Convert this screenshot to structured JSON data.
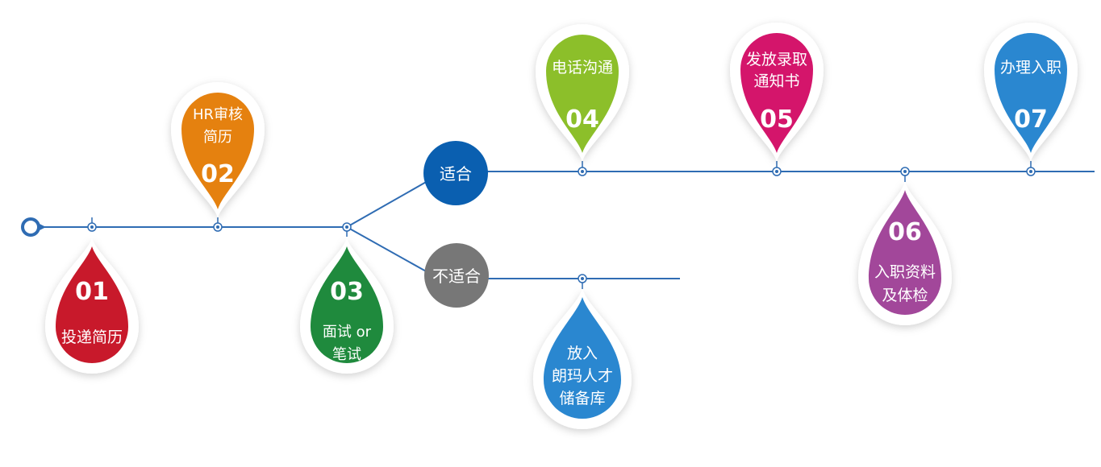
{
  "colors": {
    "line": "#2f6cb3",
    "red": "#c8192b",
    "orange": "#e5810f",
    "green": "#1f8a3d",
    "lime": "#8cbf2a",
    "magenta": "#d4156b",
    "purple": "#a2479a",
    "blue": "#2a87d0",
    "navy": "#0a5fb0",
    "gray": "#777777"
  },
  "steps": {
    "s01": {
      "num": "01",
      "l1": "投递简历",
      "l2": ""
    },
    "s02": {
      "num": "02",
      "l1": "HR审核",
      "l2": "简历"
    },
    "s03": {
      "num": "03",
      "l1": "面试 or",
      "l2": "笔试"
    },
    "s04": {
      "num": "04",
      "l1": "电话沟通",
      "l2": ""
    },
    "s05": {
      "num": "05",
      "l1": "发放录取",
      "l2": "通知书"
    },
    "s06": {
      "num": "06",
      "l1": "入职资料",
      "l2": "及体检"
    },
    "s07": {
      "num": "07",
      "l1": "办理入职",
      "l2": ""
    }
  },
  "branch": {
    "fit": "适合",
    "unfit": "不适合"
  },
  "talent_pool": {
    "l1": "放入",
    "l2": "朗玛人才",
    "l3": "储备库"
  }
}
